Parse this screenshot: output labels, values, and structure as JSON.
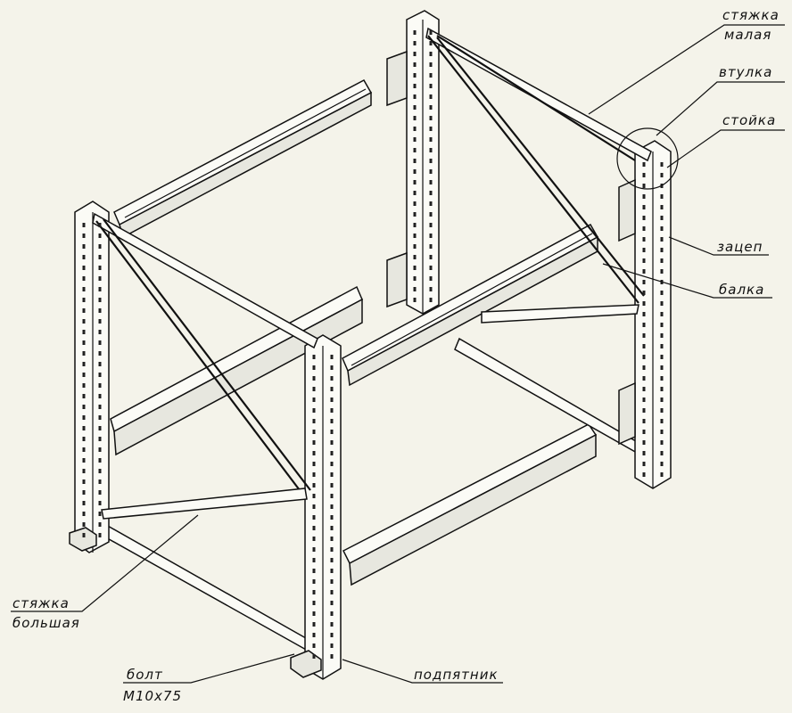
{
  "colors": {
    "background": "#f4f3ea",
    "ink": "#111111"
  },
  "labels": {
    "styazhka_malaya_1": "стяжка",
    "styazhka_malaya_2": "малая",
    "vtulka": "втулка",
    "stoyka": "стойка",
    "zatsep": "зацеп",
    "balka": "балка",
    "styazhka_bolshaya_1": "стяжка",
    "styazhka_bolshaya_2": "большая",
    "bolt_1": "болт",
    "bolt_2": "М10х75",
    "podpyatnik": "подпятник"
  }
}
